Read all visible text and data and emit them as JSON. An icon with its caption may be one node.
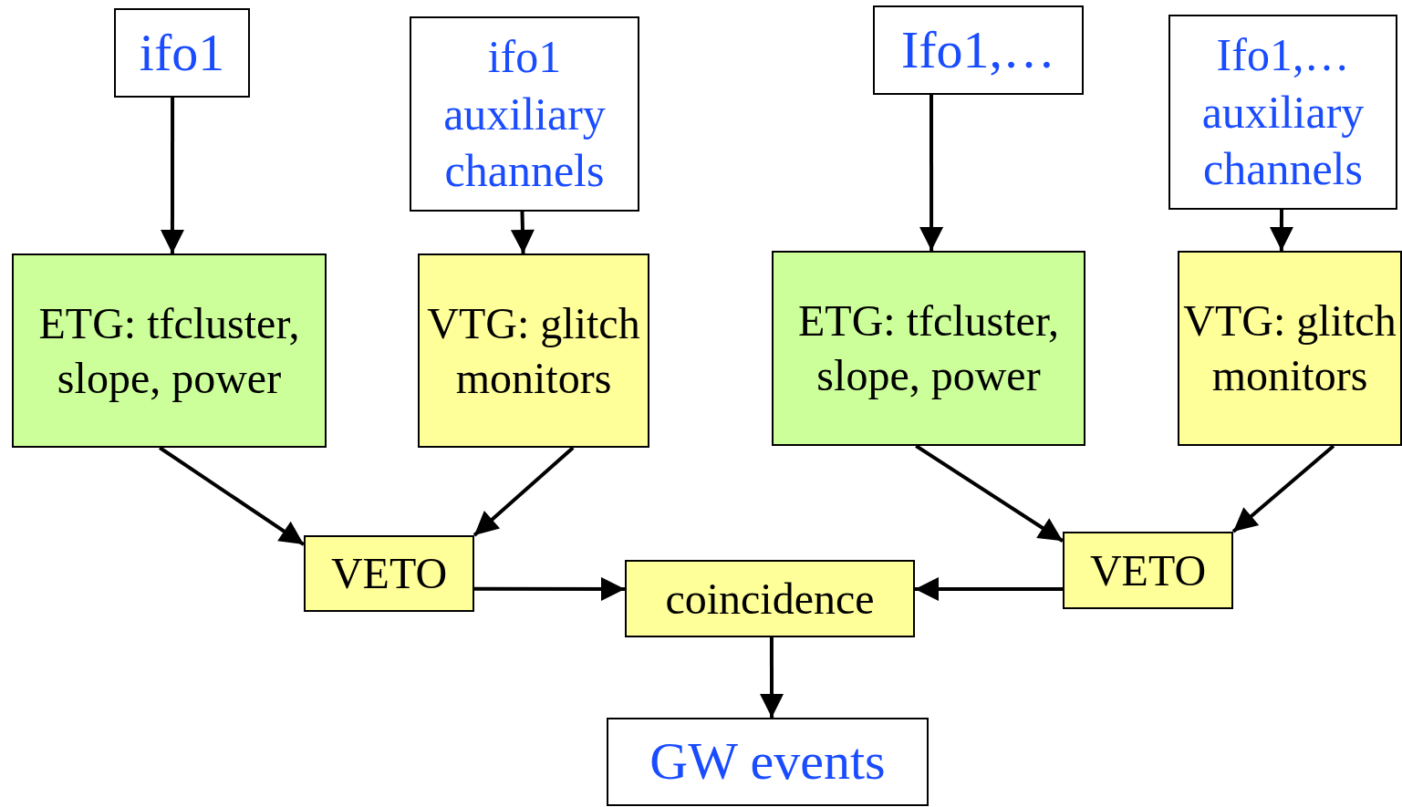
{
  "diagram": {
    "nodes": [
      {
        "text": [
          "ifo1"
        ]
      },
      {
        "text": [
          "ifo1 auxiliary channels"
        ]
      },
      {
        "text": [
          "Ifo1,…"
        ]
      },
      {
        "text": [
          "Ifo1,… auxiliary channels"
        ]
      },
      {
        "text": [
          "ETG: tfcluster, slope, power"
        ]
      },
      {
        "text": [
          "VTG: glitch monitors"
        ]
      },
      {
        "text": [
          "ETG: tfcluster, slope, power"
        ]
      },
      {
        "text": [
          "VTG: glitch monitors"
        ]
      },
      {
        "text": [
          "VETO"
        ]
      },
      {
        "text": [
          "coincidence"
        ]
      },
      {
        "text": [
          "VETO"
        ]
      },
      {
        "text": [
          "GW events"
        ]
      }
    ],
    "edges": [
      {
        "from": 0,
        "to": 4,
        "arrow": "to"
      },
      {
        "from": 1,
        "to": 5,
        "arrow": "to"
      },
      {
        "from": 2,
        "to": 6,
        "arrow": "to"
      },
      {
        "from": 3,
        "to": 7,
        "arrow": "to"
      },
      {
        "from": 4,
        "to": 8,
        "arrow": "to"
      },
      {
        "from": 5,
        "to": 8,
        "arrow": "to"
      },
      {
        "from": 6,
        "to": 10,
        "arrow": "to"
      },
      {
        "from": 7,
        "to": 10,
        "arrow": "to"
      },
      {
        "from": 8,
        "to": 9,
        "arrow": "to"
      },
      {
        "from": 10,
        "to": 9,
        "arrow": "to"
      },
      {
        "from": 9,
        "to": 11,
        "arrow": "to"
      }
    ]
  }
}
